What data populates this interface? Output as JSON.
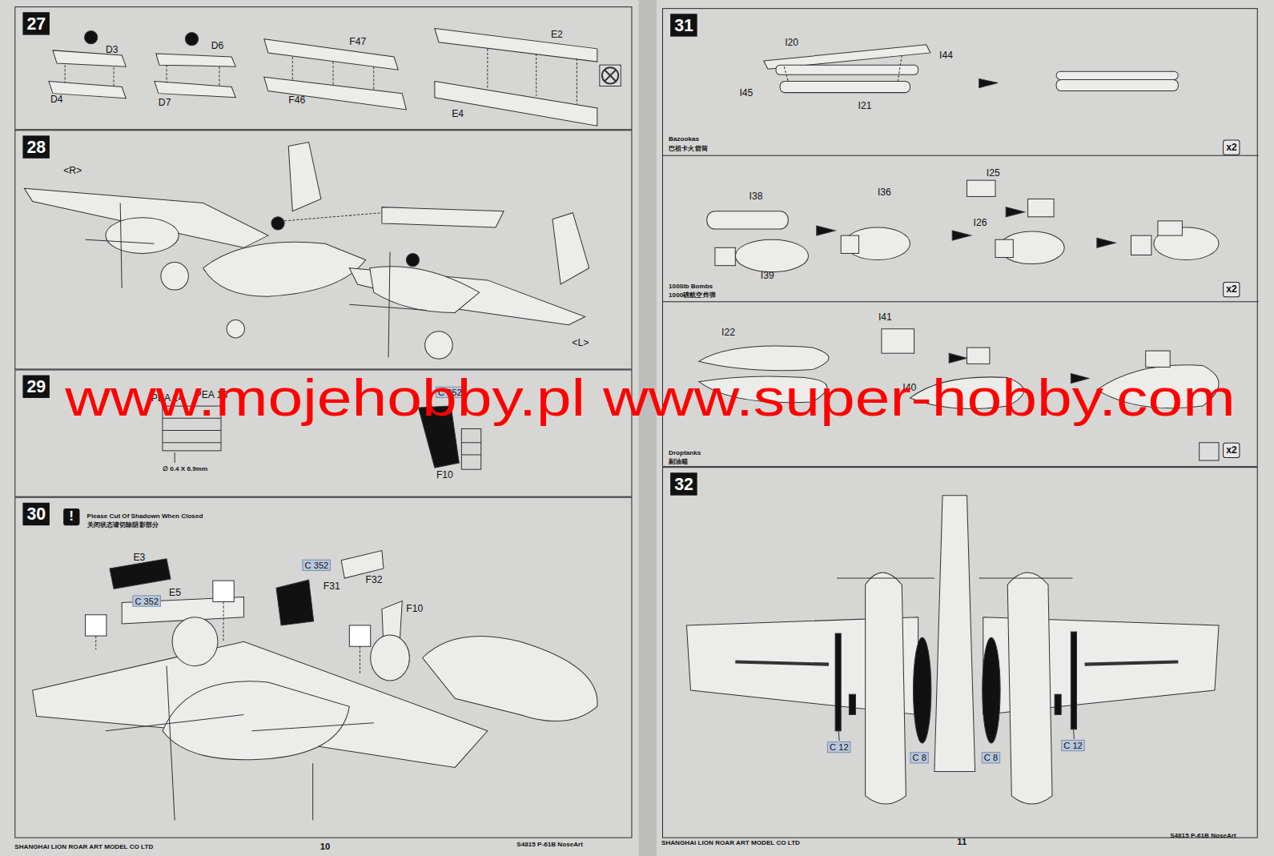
{
  "diagram": {
    "nodes": [
      {
        "text": [
          "27"
        ]
      },
      {
        "text": [
          "28"
        ]
      },
      {
        "text": [
          "29"
        ]
      },
      {
        "text": [
          "30"
        ]
      },
      {
        "text": [
          "31"
        ]
      },
      {
        "text": [
          "Bazookas",
          "巴祖卡火箭筒"
        ],
        "in": 4
      },
      {
        "text": [
          "1000lb Bombs",
          "1000磅航空炸弹"
        ],
        "in": 4
      },
      {
        "text": [
          "Droptanks",
          "副油箱"
        ],
        "in": 4
      },
      {
        "text": [
          "32"
        ]
      }
    ],
    "labels": [
      "D3",
      "D4",
      "D6",
      "D7",
      "F47",
      "F46",
      "E2",
      "E4",
      "<R>",
      "<L>",
      "PEA 14",
      "PEA 13",
      "C 352",
      "∅ 0.4 X 6.9mm",
      "F10",
      "!",
      "Please Cut Of Shadown When Closed",
      "关闭状态请切除阴影部分",
      "E3",
      "C 352",
      "E5",
      "C 352",
      "F31",
      "F32",
      "F10",
      "I20",
      "I44",
      "I45",
      "I21",
      "x2",
      "I38",
      "I36",
      "I25",
      "I26",
      "I39",
      "x2",
      "I22",
      "I41",
      "I40",
      "x2",
      "C 12",
      "C 8",
      "C 8",
      "C 12",
      "SHANGHAI LION ROAR ART MODEL CO LTD",
      "10",
      "S4815  P-61B  NoseArt",
      "SHANGHAI LION ROAR ART MODEL CO LTD",
      "11",
      "S4815  P-61B  NoseArt",
      "www.mojehobby.pl  www.super-hobby.com"
    ]
  }
}
